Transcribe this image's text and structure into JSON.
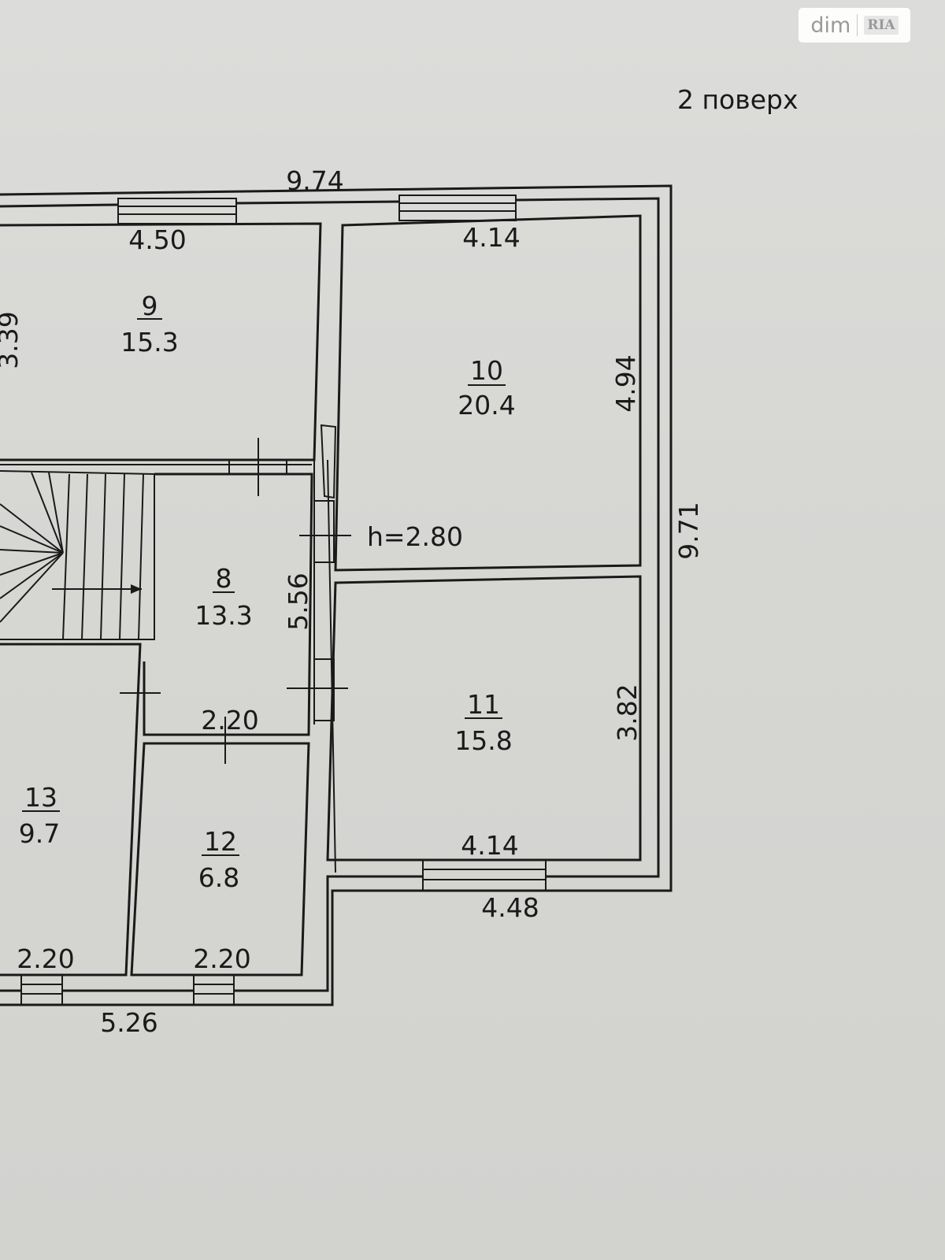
{
  "watermark": {
    "left": "dim",
    "right": "RIA"
  },
  "floor_title": "2 поверх",
  "ceiling_height": "h=2.80",
  "rooms": {
    "r9": {
      "number": "9",
      "area": "15.3"
    },
    "r10": {
      "number": "10",
      "area": "20.4"
    },
    "r8": {
      "number": "8",
      "area": "13.3"
    },
    "r11": {
      "number": "11",
      "area": "15.8"
    },
    "r13": {
      "number": "13",
      "area": "9.7"
    },
    "r12": {
      "number": "12",
      "area": "6.8"
    }
  },
  "dimensions": {
    "top_overall": "9.74",
    "right_overall": "9.71",
    "r9_width": "4.50",
    "r9_depth": "3.39",
    "r10_width": "4.14",
    "r10_depth": "4.94",
    "r8_depth": "5.56",
    "r8_width": "2.20",
    "r11_depth": "3.82",
    "r11_width": "4.14",
    "bottom_right": "4.48",
    "r13_width": "2.20",
    "r12_width": "2.20",
    "bottom_left": "5.26"
  }
}
